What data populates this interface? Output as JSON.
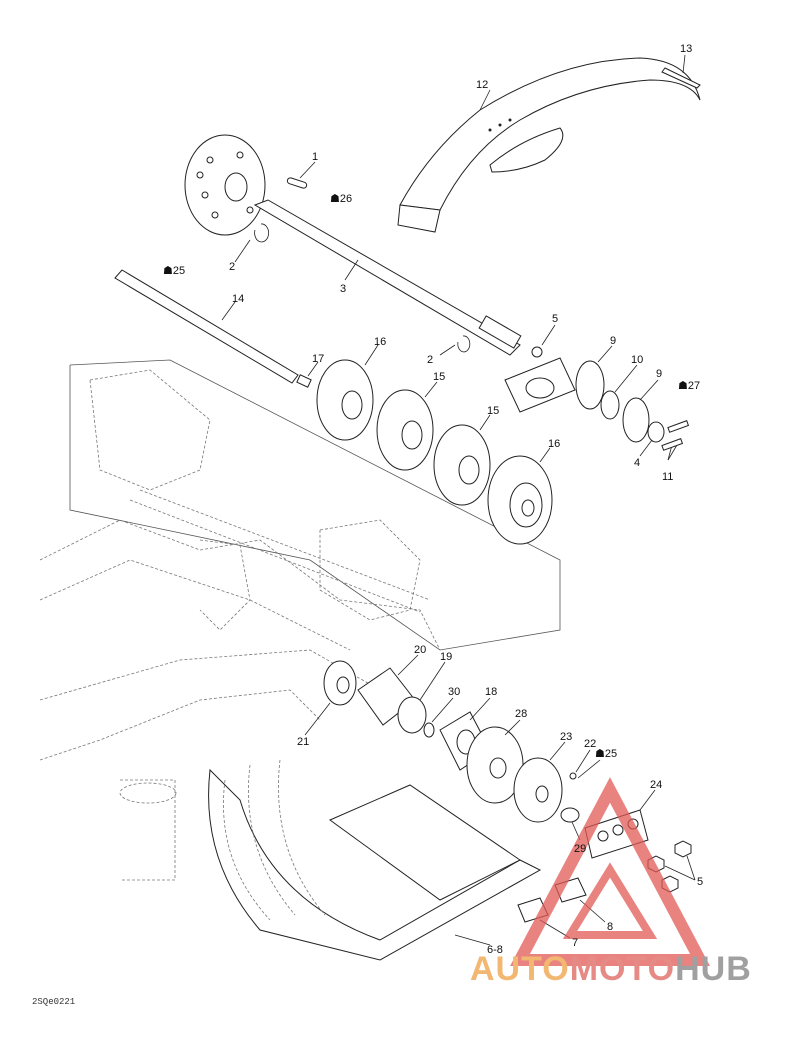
{
  "labels": {
    "l1": "1",
    "l2a": "2",
    "l2b": "2",
    "l3": "3",
    "l4": "4",
    "l5a": "5",
    "l5b": "5",
    "l6_8": "6-8",
    "l7": "7",
    "l8": "8",
    "l9a": "9",
    "l9b": "9",
    "l10": "10",
    "l11": "11",
    "l12": "12",
    "l13": "13",
    "l14": "14",
    "l15a": "15",
    "l15b": "15",
    "l16a": "16",
    "l16b": "16",
    "l17": "17",
    "l18": "18",
    "l19": "19",
    "l20": "20",
    "l21": "21",
    "l22": "22",
    "l23": "23",
    "l24": "24",
    "l25a": "☗25",
    "l25b": "☗25",
    "l26": "☗26",
    "l27": "☗27",
    "l28": "28",
    "l29": "29",
    "l30": "30"
  },
  "watermark": {
    "part1": "AUTO",
    "part2": "MOTO",
    "part3": "HUB"
  },
  "ref_code": "2SQe0221",
  "colors": {
    "watermark_triangle": "#e05a55",
    "watermark_orange": "#f2b872",
    "watermark_gray": "#a0a0a0"
  }
}
